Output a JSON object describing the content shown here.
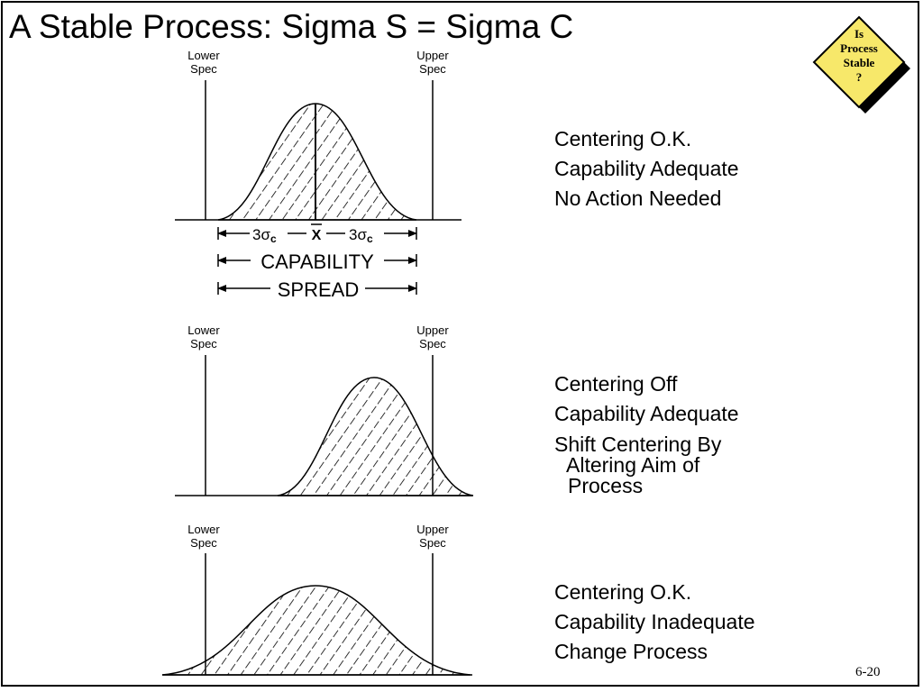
{
  "title": "A Stable Process: Sigma S = Sigma C",
  "badge": {
    "lines": [
      "Is",
      "Process",
      "Stable",
      "?"
    ],
    "color": "#f7e86a"
  },
  "spec_labels": {
    "lower": [
      "Lower",
      "Spec"
    ],
    "upper": [
      "Upper",
      "Spec"
    ]
  },
  "panel1": {
    "notes": [
      "Centering O.K.",
      "Capability Adequate",
      "No Action Needed"
    ],
    "dims": {
      "left_sigma": "3σ",
      "center": "X",
      "right_sigma": "3σ",
      "subscript": "c",
      "capability": "CAPABILITY",
      "spread": "SPREAD"
    }
  },
  "panel2": {
    "notes": [
      "Centering Off",
      "Capability Adequate"
    ],
    "wrapped": [
      "Shift Centering By",
      "Altering Aim of",
      "Process"
    ]
  },
  "panel3": {
    "notes": [
      "Centering O.K.",
      "Capability Inadequate",
      "Change Process"
    ]
  },
  "page_number": "6-20"
}
